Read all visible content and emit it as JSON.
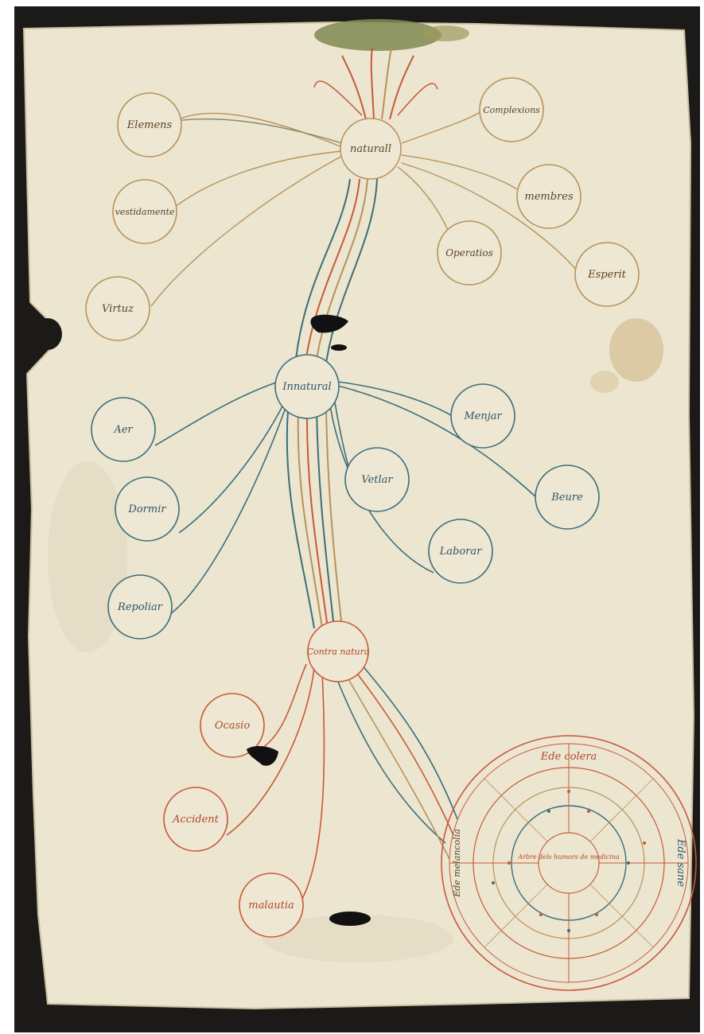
{
  "colors": {
    "page_background": "#ffffff",
    "vellum": "#ece5d0",
    "vellum_shadow": "#d9cfb4",
    "dark_backing": "#1c1a18",
    "ink_brown": "#7a6136",
    "ink_blue": "#3c6e7a",
    "ink_red": "#c8593a",
    "ink_ochre": "#b8925a",
    "foliage_green": "#7f8a52",
    "stain": "#c7a86e"
  },
  "naturals": {
    "center": "naturall",
    "nodes": [
      "Elemens",
      "vestidamente",
      "Virtuz",
      "Complexions",
      "membres",
      "Operatios",
      "Esperit"
    ]
  },
  "non_naturals": {
    "center": "Innatural",
    "nodes": [
      "Aer",
      "Dormir",
      "Repoliar",
      "Vetlar",
      "Beure",
      "Laborar",
      "Menjar"
    ]
  },
  "contra_natura": {
    "center": "Contra natura",
    "nodes": [
      "Ocasio",
      "Accident",
      "malautia"
    ]
  },
  "wheel": {
    "top_label": "Ede colera",
    "right_label": "Ede sane",
    "left_label": "Ede melancolia",
    "center_text": "Arbre dels humors de medicina"
  }
}
